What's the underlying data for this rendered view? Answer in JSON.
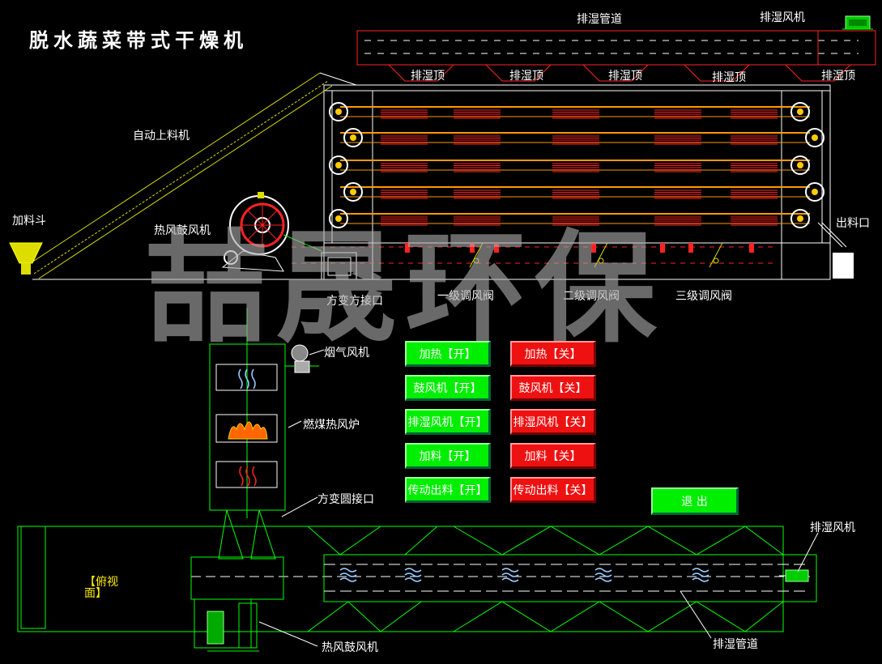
{
  "title": "脱水蔬菜带式干燥机",
  "labels": {
    "exhaust_pipe_top": "排湿管道",
    "exhaust_fan_top": "排湿风机",
    "exhaust_top_1": "排湿顶",
    "exhaust_top_2": "排湿顶",
    "exhaust_top_3": "排湿顶",
    "exhaust_top_4": "排湿顶",
    "exhaust_top_5": "排湿顶",
    "auto_feed": "自动上料机",
    "hopper": "加料斗",
    "hot_blower_top": "热风鼓风机",
    "discharge": "出料口",
    "square_adapter": "方变方接口",
    "damper_1": "一级调风阀",
    "damper_2": "二级调风阀",
    "damper_3": "三级调风阀",
    "flue_fan": "烟气风机",
    "coal_furnace": "燃煤热风炉",
    "round_adapter": "方变圆接口",
    "top_view_1": "【俯视",
    "top_view_2": "面】",
    "exhaust_fan_bottom": "排湿风机",
    "hot_blower_bottom": "热风鼓风机",
    "exhaust_pipe_bottom": "排湿管道"
  },
  "watermark": "喆晟环保",
  "controls": [
    {
      "on": "加热【开】",
      "off": "加热【关】"
    },
    {
      "on": "鼓风机【开】",
      "off": "鼓风机【关】"
    },
    {
      "on": "排湿风机【开】",
      "off": "排湿风机【关】"
    },
    {
      "on": "加料【开】",
      "off": "加料【关】"
    },
    {
      "on": "传动出料【开】",
      "off": "传动出料【关】"
    }
  ],
  "exit_label": "退 出",
  "colors": {
    "background": "#000000",
    "on_button": "#00ee00",
    "off_button": "#ee1111",
    "frame_line": "#ffffff",
    "pipe_red": "#ff2222",
    "conveyor_yellow": "#dddd00",
    "furnace_green": "#00ff00",
    "belt_orange": "#ff9900"
  },
  "icons": {
    "exhaust_fan": "motor-fan-icon",
    "hot_blower": "centrifugal-fan-icon",
    "flue_fan": "flue-fan-icon",
    "furnace_steam": "steam-icon",
    "furnace_fire": "fire-icon"
  }
}
